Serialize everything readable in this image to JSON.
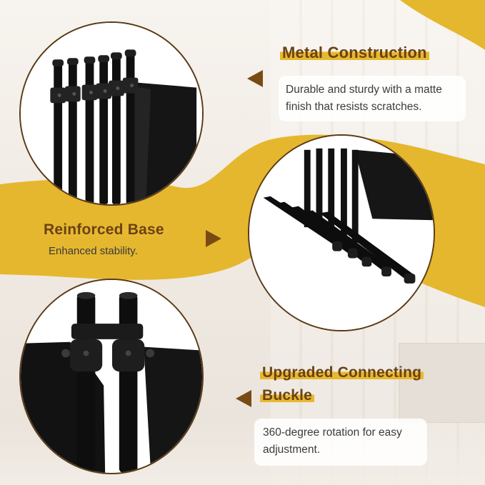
{
  "features": {
    "metal": {
      "title": "Metal Construction",
      "desc_line1": "Durable and sturdy with a matte",
      "desc_line2": "finish that resists scratches."
    },
    "base": {
      "title": "Reinforced Base",
      "desc": "Enhanced stability."
    },
    "buckle": {
      "title_line1": "Upgraded Connecting",
      "title_line2": "Buckle",
      "desc_line1": "360-degree rotation for easy",
      "desc_line2": "adjustment."
    }
  },
  "colors": {
    "accent_gold": "#e5b72e",
    "title_brown": "#6b4212",
    "arrow_brown": "#7a4a14",
    "circle_border": "#5a3a16",
    "product_black": "#111111"
  },
  "icons": [
    "triangle-left-arrow",
    "triangle-right-arrow"
  ]
}
